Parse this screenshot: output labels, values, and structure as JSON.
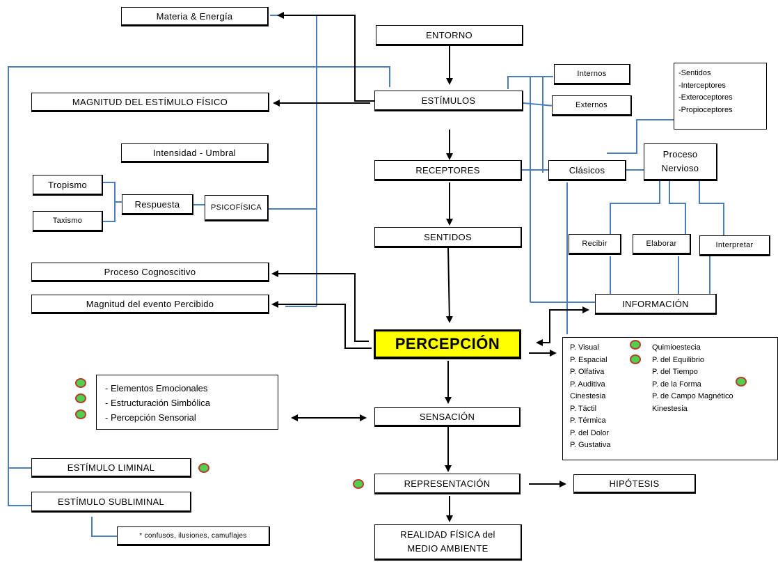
{
  "nodes": {
    "materia": "Materia & Energía",
    "entorno": "ENTORNO",
    "magnitud_estimulo": "MAGNITUD DEL ESTÍMULO FÍSICO",
    "estimulos": "ESTÍMULOS",
    "internos": "Internos",
    "externos": "Externos",
    "intensidad": "Intensidad - Umbral",
    "receptores": "RECEPTORES",
    "clasicos": "Clásicos",
    "proceso_nervioso_1": "Proceso",
    "proceso_nervioso_2": "Nervioso",
    "tropismo": "Tropismo",
    "respuesta": "Respuesta",
    "psicofisica": "PSICOFÍSICA",
    "taxismo": "Taxismo",
    "sentidos": "SENTIDOS",
    "recibir": "Recibir",
    "elaborar": "Elaborar",
    "interpretar": "Interpretar",
    "proceso_cognoscitivo": "Proceso Cognoscitivo",
    "magnitud_evento": "Magnitud del evento Percibido",
    "informacion": "INFORMACIÓN",
    "percepcion": "PERCEPCIÓN",
    "sensacion": "SENSACIÓN",
    "estimulo_liminal": "ESTÍMULO LIMINAL",
    "estimulo_subliminal": "ESTÍMULO SUBLIMINAL",
    "confusos": "* confusos, ilusiones, camuflajes",
    "representacion": "REPRESENTACIÓN",
    "hipotesis": "HIPÓTESIS",
    "realidad_1": "REALIDAD FÍSICA del",
    "realidad_2": "MEDIO AMBIENTE"
  },
  "receptor_types": [
    "-Sentidos",
    "-Interceptores",
    "-Exteroceptores",
    "-Propioceptores"
  ],
  "emotional_items": [
    "- Elementos Emocionales",
    "- Estructuración Simbólica",
    "- Percepción Sensorial"
  ],
  "perception_types": {
    "left": [
      "P. Visual",
      "P. Espacial",
      "P. Olfativa",
      "P. Auditiva",
      "Cinestesia",
      "P. Táctil",
      "P. Térmica",
      "P. del Dolor",
      "P. Gustativa"
    ],
    "right": [
      "Quimioestecia",
      "P. del Equilibrio",
      "P. del Tiempo",
      "P. de la Forma",
      "P. de Campo Magnético",
      "Kinestesia"
    ]
  },
  "colors": {
    "wire": "#4a7ec0",
    "marker": "#4fd04f",
    "marker_border": "#b5412e",
    "highlight": "#ffff00"
  }
}
